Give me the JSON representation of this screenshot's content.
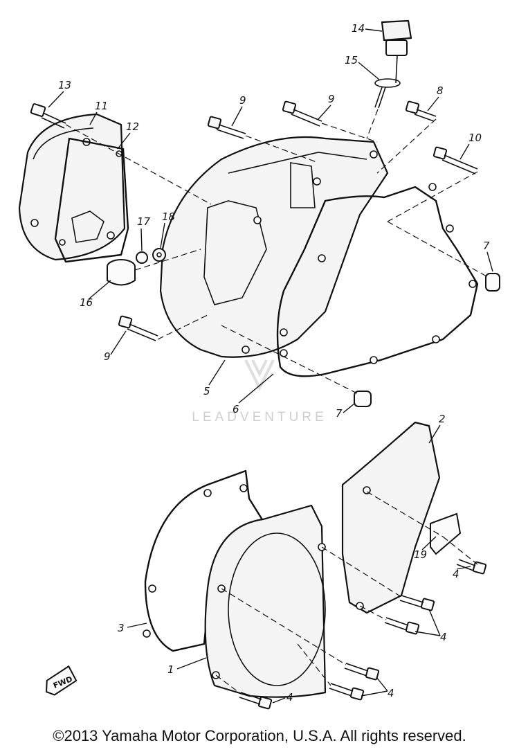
{
  "callouts": {
    "n1": "1",
    "n2": "2",
    "n3": "3",
    "n4a": "4",
    "n4b": "4",
    "n4c": "4",
    "n4d": "4",
    "n5": "5",
    "n6": "6",
    "n7a": "7",
    "n7b": "7",
    "n8": "8",
    "n9a": "9",
    "n9b": "9",
    "n9c": "9",
    "n10": "10",
    "n11": "11",
    "n12": "12",
    "n13": "13",
    "n14": "14",
    "n15": "15",
    "n16": "16",
    "n17": "17",
    "n18": "18",
    "n19": "19"
  },
  "watermark": {
    "text": "LEADVENTURE"
  },
  "fwd_label": "FWD",
  "copyright": "©2013 Yamaha Motor Corporation, U.S.A. All rights reserved."
}
